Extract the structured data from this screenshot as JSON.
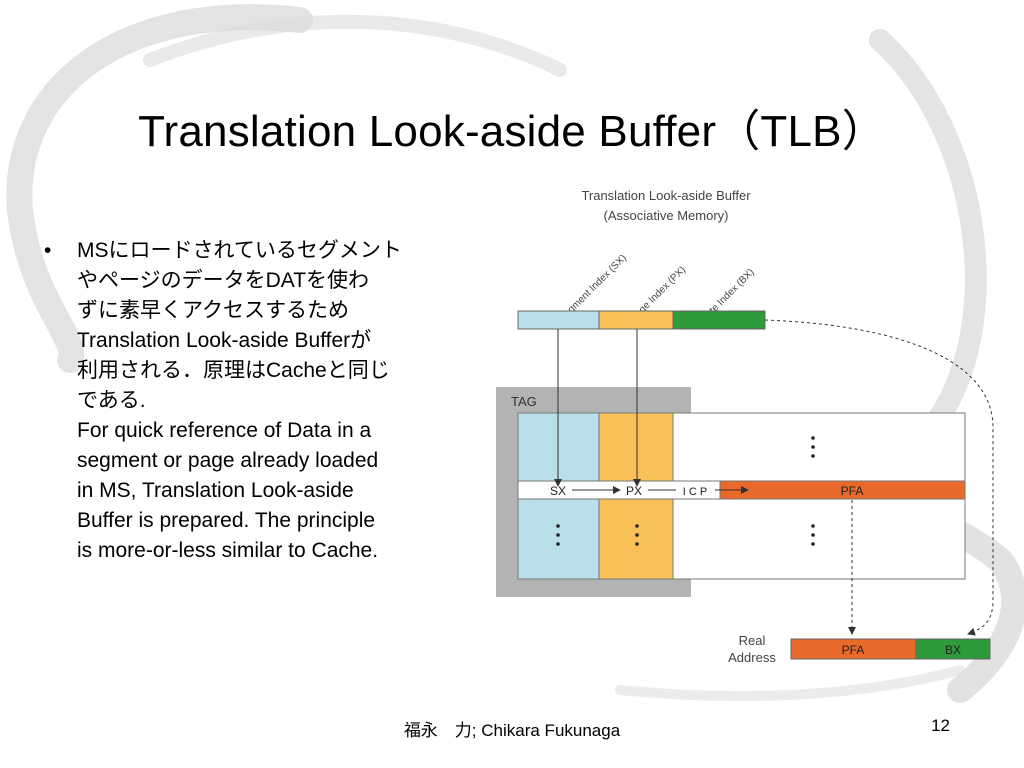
{
  "slide": {
    "title": "Translation Look-aside Buffer（TLB）",
    "bullet_lines": [
      "MSにロードされているセグメント",
      "やページのデータをDATを使わ",
      "ずに素早くアクセスするため",
      "Translation Look-aside Bufferが",
      "利用される．原理はCacheと同じ",
      "である.",
      "For quick reference of Data in a",
      "segment or page already loaded",
      "in MS, Translation Look-aside",
      "Buffer is prepared. The principle",
      "is more-or-less similar to Cache."
    ],
    "bullet_marker": "•"
  },
  "diagram": {
    "heading_line1": "Translation Look-aside Buffer",
    "heading_line2": "(Associative Memory)",
    "segment_index_label": "Segment Index (SX)",
    "page_index_label": "Page Index (PX)",
    "byte_index_label": "Byte Index (BX)",
    "tag_label": "TAG",
    "sx_label": "SX",
    "px_label": "PX",
    "icp_label": "I C P",
    "pfa_label": "PFA",
    "real_address_line1": "Real",
    "real_address_line2": "Address",
    "real_pfa_label": "PFA",
    "real_bx_label": "BX",
    "colors": {
      "segment": "#b9e0ea",
      "page": "#f9c057",
      "byte": "#2e9a3a",
      "pfa": "#e8692a",
      "tag_bg": "#b3b3b3"
    }
  },
  "footer": {
    "author": "福永　力; Chikara Fukunaga",
    "page_number": "12"
  }
}
